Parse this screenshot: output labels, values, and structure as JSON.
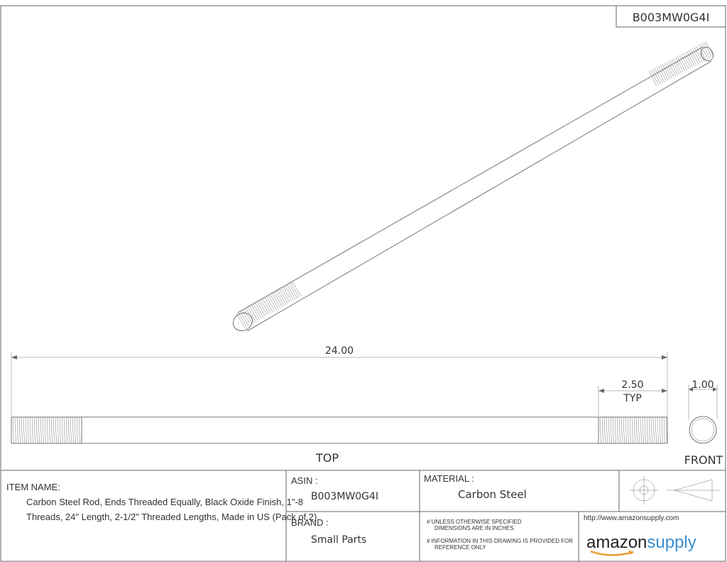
{
  "header": {
    "part_number": "B003MW0G4I"
  },
  "dimensions": {
    "overall_length": "24.00",
    "thread_length": "2.50",
    "thread_note": "TYP",
    "diameter": "1.00"
  },
  "views": {
    "top_label": "TOP",
    "front_label": "FRONT"
  },
  "title_block": {
    "item_name_label": "ITEM NAME:",
    "item_name_line1": "Carbon Steel Rod, Ends Threaded Equally, Black Oxide Finish, 1\"-8",
    "item_name_line2": "Threads, 24\" Length, 2-1/2\" Threaded Lengths, Made in US (Pack of 2)",
    "asin_label": "ASIN :",
    "asin_value": "B003MW0G4I",
    "brand_label": "BRAND :",
    "brand_value": "Small Parts",
    "material_label": "MATERIAL :",
    "material_value": "Carbon Steel",
    "note1_line1": "# UNLESS OTHERWISE SPECIFIED",
    "note1_line2": "DIMENSIONS ARE IN INCHES",
    "note2_line1": "# INFORMATION IN THIS DRAWING IS PROVIDED FOR",
    "note2_line2": "REFERENCE ONLY",
    "url": "http://www.amazonsupply.com",
    "logo_word1": "amazon",
    "logo_word2": "supply"
  }
}
